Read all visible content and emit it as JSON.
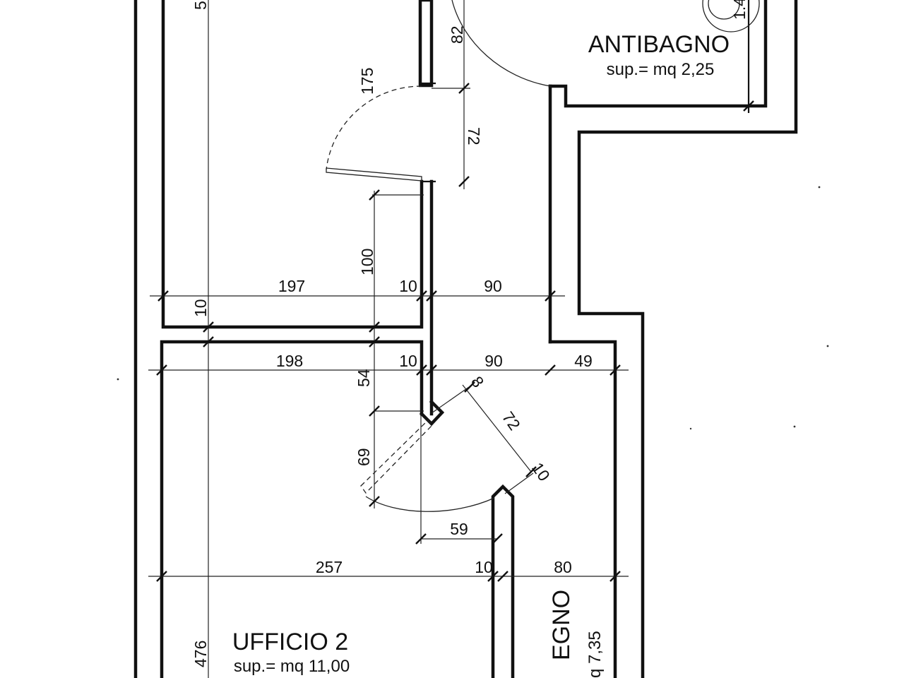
{
  "rooms": {
    "antibagno": {
      "name": "ANTIBAGNO",
      "area": "sup.= mq 2,25"
    },
    "ufficio2": {
      "name": "UFFICIO 2",
      "area": "sup.= mq 11,00"
    },
    "disimpegno": {
      "name": "EGNO",
      "area": "q 7,35"
    }
  },
  "dimensions": {
    "left_top": "5",
    "antibagno_edge": "1.4",
    "door_top": "82",
    "corridor_175": "175",
    "door_72_upper": "72",
    "wall_100": "100",
    "row1_197": "197",
    "row1_10": "10",
    "row1_90": "90",
    "left_10": "10",
    "row2_198": "198",
    "row2_10": "10",
    "row2_90": "90",
    "row2_49": "49",
    "v_54": "54",
    "diag_8": "8",
    "diag_72": "72",
    "diag_10": "10",
    "v_69": "69",
    "h_59": "59",
    "row3_257": "257",
    "row3_10": "10",
    "row3_80": "80",
    "v_476": "476"
  }
}
